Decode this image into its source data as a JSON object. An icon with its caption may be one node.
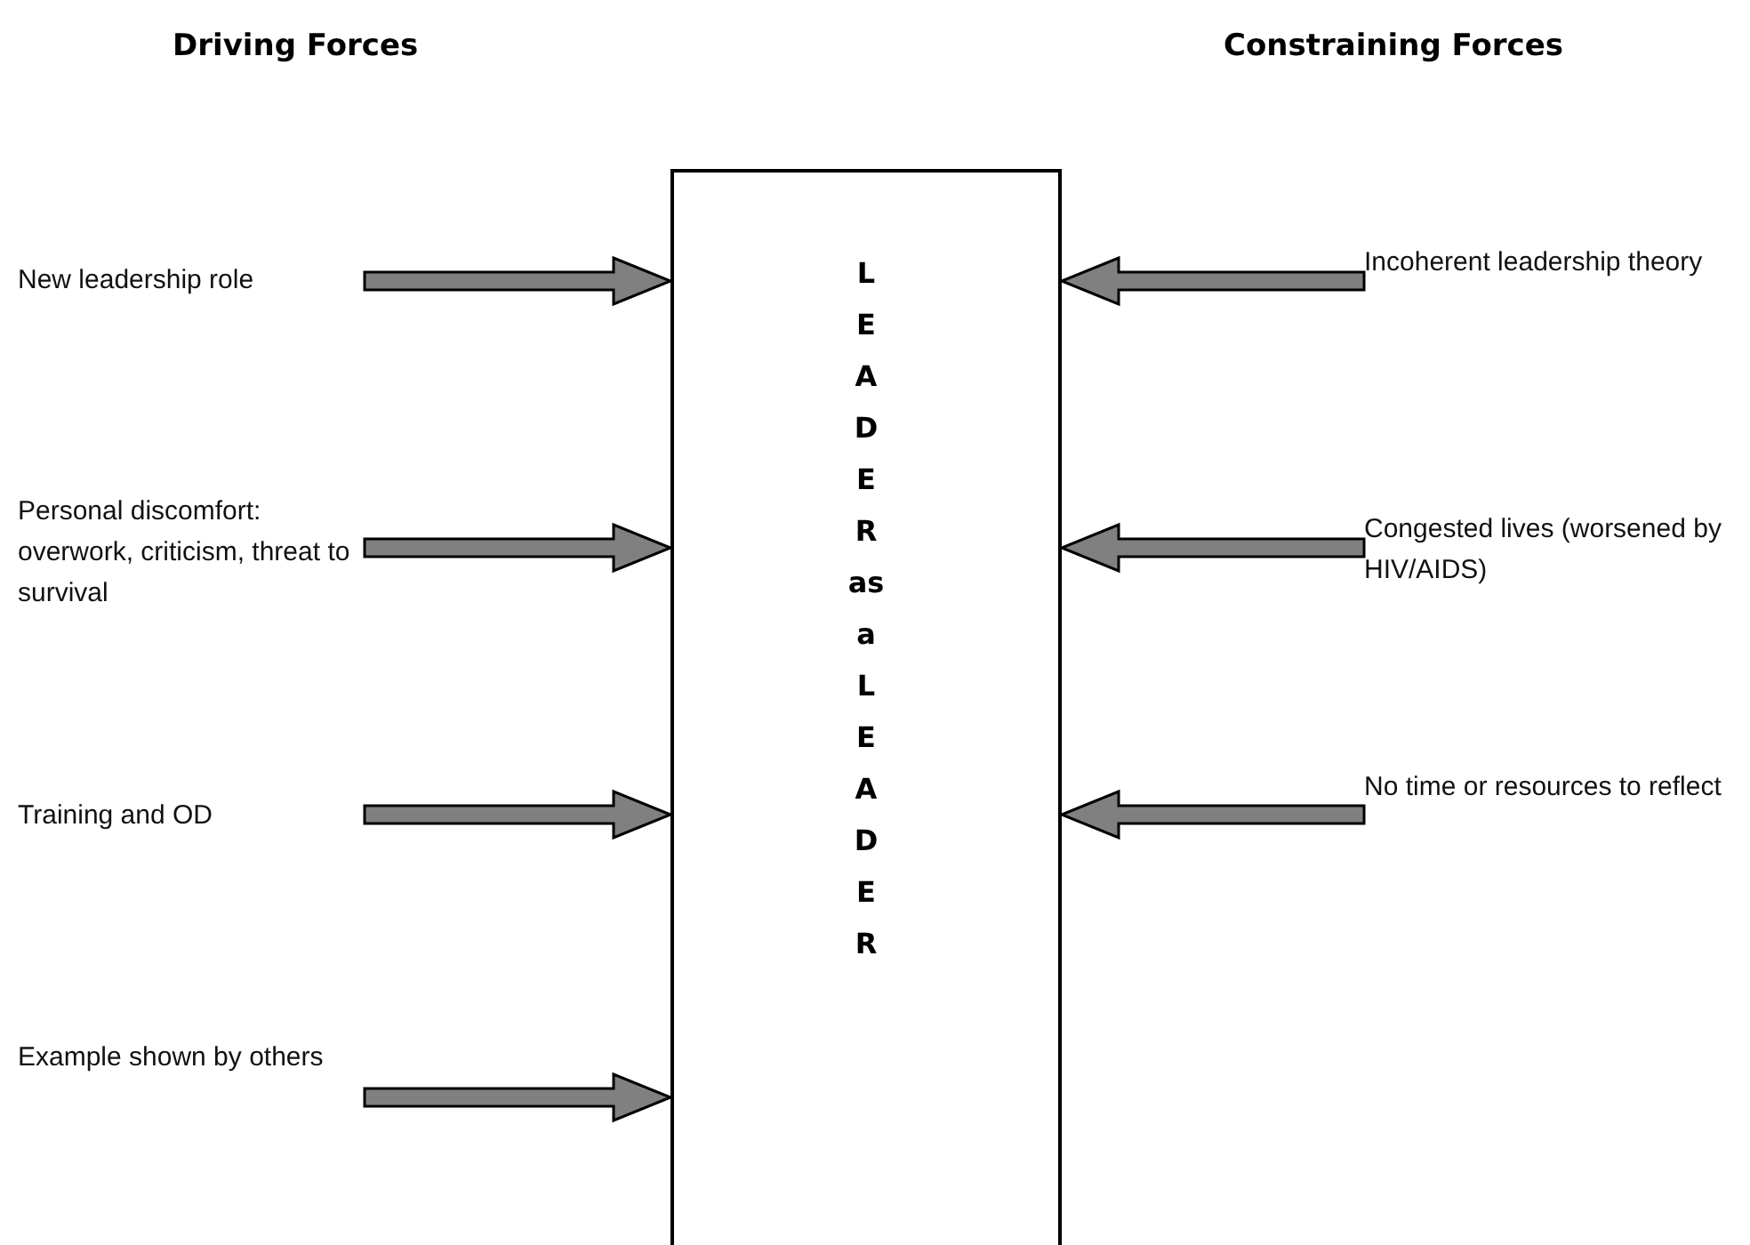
{
  "diagram": {
    "nodes": [
      {
        "text": [
          "New leadership role"
        ]
      },
      {
        "text": [
          "L E A D E R as a L E A D E R"
        ]
      },
      {
        "text": [
          "Incoherent leadership theory"
        ]
      },
      {
        "text": [
          "Personal discomfort: overwork, criticism, threat to survival"
        ]
      },
      {
        "text": [
          "Congested lives (worsened by HIV/AIDS)"
        ]
      },
      {
        "text": [
          "Training and OD"
        ]
      },
      {
        "text": [
          "No time or resources to reflect"
        ]
      },
      {
        "text": [
          "Example shown by others"
        ]
      }
    ],
    "edges": [
      {
        "from": 0,
        "to": 1,
        "arrow": "to"
      },
      {
        "from": 2,
        "to": 1,
        "arrow": "to"
      },
      {
        "from": 3,
        "to": 1,
        "arrow": "to"
      },
      {
        "from": 4,
        "to": 1,
        "arrow": "to"
      },
      {
        "from": 5,
        "to": 1,
        "arrow": "to"
      },
      {
        "from": 6,
        "to": 1,
        "arrow": "to"
      },
      {
        "from": 7,
        "to": 1,
        "arrow": "to"
      }
    ],
    "labels": [
      "Driving Forces",
      "Constraining Forces"
    ]
  }
}
